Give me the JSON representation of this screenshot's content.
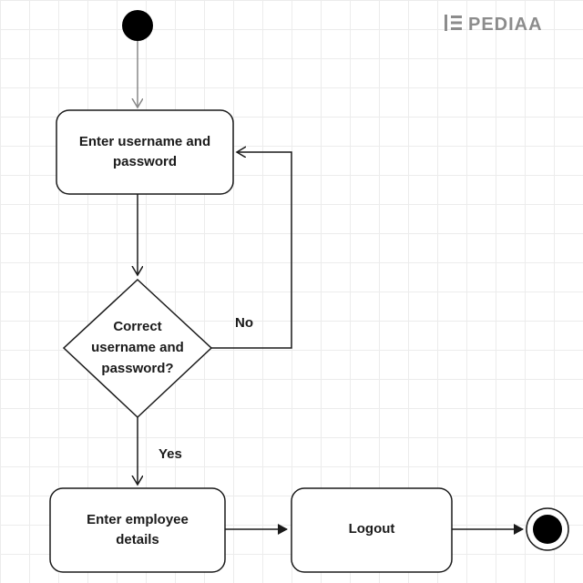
{
  "diagram": {
    "brand": {
      "text": "PEDIAA",
      "color": "#8c8c8c"
    },
    "nodes": {
      "enter_credentials": {
        "line1": "Enter username and",
        "line2": "password"
      },
      "decision": {
        "line1": "Correct",
        "line2": "username and",
        "line3": "password?"
      },
      "enter_employee": {
        "line1": "Enter employee",
        "line2": "details"
      },
      "logout": {
        "label": "Logout"
      }
    },
    "edges": {
      "no_label": "No",
      "yes_label": "Yes"
    },
    "colors": {
      "stroke": "#1a1a1a",
      "start_arrow": "#888888",
      "fill": "#ffffff"
    }
  }
}
